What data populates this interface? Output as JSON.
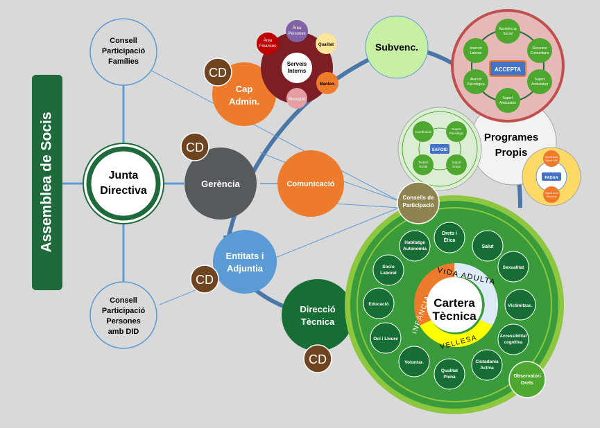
{
  "assembly": {
    "label": "Assemblea de Socis"
  },
  "junta": {
    "line1": "Junta",
    "line2": "Directiva"
  },
  "consell_families": {
    "line1": "Consell",
    "line2": "Participació",
    "line3": "Famílies"
  },
  "consell_persones": {
    "line1": "Consell",
    "line2": "Participació",
    "line3": "Persones",
    "line4": "amb DID"
  },
  "gerencia": {
    "label": "Gerència"
  },
  "cap_admin": {
    "line1": "Cap",
    "line2": "Admin."
  },
  "comunicacio": {
    "label": "Comunicació"
  },
  "entitats": {
    "line1": "Entitats  i",
    "line2": "Adjuntia"
  },
  "direccio": {
    "line1": "Direcció",
    "line2": "Tècnica"
  },
  "cd_label": "CD",
  "serveis": {
    "center_line1": "Serveis",
    "center_line2": "Interns",
    "area_persones_1": "Àrea",
    "area_persones_2": "Persones",
    "qualitat": "Qualitat",
    "manten": "Manten.",
    "recepcio": "Recepció",
    "area_finances_1": "Àrea",
    "area_finances_2": "Finances"
  },
  "subvenc": {
    "label": "Subvenc."
  },
  "programes": {
    "line1": "Programes",
    "line2": "Propis"
  },
  "accepta": {
    "center": "ACCEPTA",
    "assistencia_1": "Assistència",
    "assistencia_2": "Social",
    "recursos_1": "Recursos",
    "recursos_2": "Comunitaris",
    "suport_amb_1": "Suport",
    "suport_amb_2": "Ambulatori",
    "suport_amb2_1": "Suport",
    "suport_amb2_2": "Ambulatori",
    "atencio_1": "Atenció",
    "atencio_2": "Psicològica",
    "insercio_1": "Inserció",
    "insercio_2": "Laboral"
  },
  "safoid": {
    "center": "SAFOID",
    "coordinacio": "Coordinació",
    "suport_psicologic_1": "Suport",
    "suport_psicologic_2": "Psicològic",
    "treball_1": "Treball",
    "treball_2": "Social",
    "suport_grup_1": "Suport",
    "suport_grup_2": "Grups"
  },
  "padaa": {
    "center": "PADAA",
    "top_1": "Coordinació",
    "top_2": "Suport SAV",
    "bot_1": "Suport Àrea",
    "bot_2": "Recursos"
  },
  "consells_participacio": {
    "line1": "Consells de",
    "line2": "Participació"
  },
  "cartera": {
    "line1": "Cartera",
    "line2": "Tècnica",
    "vida_adulta": "VIDA ADULTA",
    "infancia": "INFÀNCIA",
    "vellesa": "VELLESA"
  },
  "ring": {
    "drets_1": "Drets  i",
    "drets_2": "Ètica",
    "salut": "Salut",
    "sexualitat": "Sexualitat",
    "victimitzac": "Victimitzac.",
    "accessibilitat_1": "Accessibilitat",
    "accessibilitat_2": "cognitiva",
    "ciutadania_1": "Ciutadania",
    "ciutadania_2": "Activa",
    "qualitat_1": "Qualitat",
    "qualitat_2": "Plena",
    "voluntar": "Voluntar.",
    "oci": "Oci i Lleure",
    "educacio": "Educació",
    "socio_1": "Socio",
    "socio_2": "Laboral",
    "habitatge_1": "Habitatge",
    "habitatge_2": "Autonomia"
  },
  "observatori": {
    "line1": "Observatori",
    "line2": "Drets"
  },
  "colors": {
    "assembly": "#1e6a3a",
    "orange": "#ed7b2b",
    "dark_gray": "#565a5c",
    "blue": "#5b9bd5",
    "dark_green": "#176e35",
    "brown": "#6e4520",
    "olive": "#8f8350",
    "light_green": "#c8f0a4",
    "maroon": "#7d1e25"
  }
}
